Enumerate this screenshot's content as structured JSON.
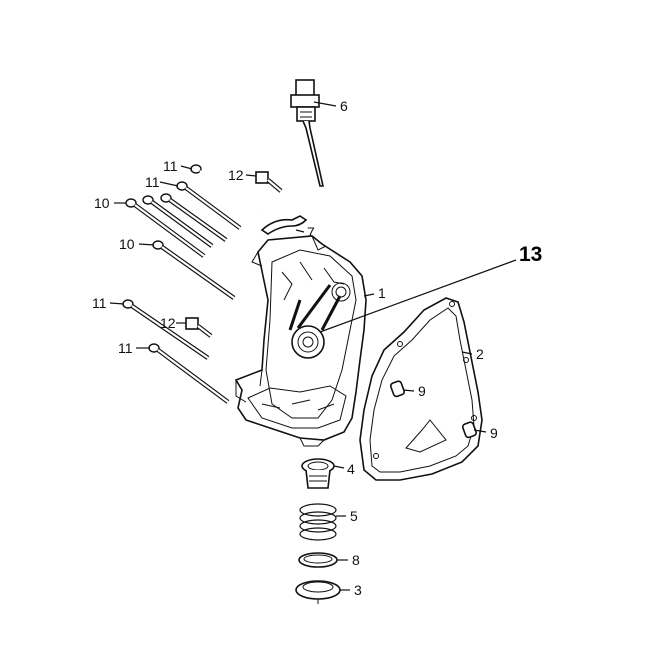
{
  "callouts": {
    "p1": "1",
    "p2": "2",
    "p3": "3",
    "p4": "4",
    "p5": "5",
    "p6": "6",
    "p7": "7",
    "p8": "8",
    "p9a": "9",
    "p9b": "9",
    "p10a": "10",
    "p10b": "10",
    "p11a": "11",
    "p11b": "11",
    "p11c": "11",
    "p11d": "11",
    "p12a": "12",
    "p12b": "12",
    "p13": "13"
  }
}
